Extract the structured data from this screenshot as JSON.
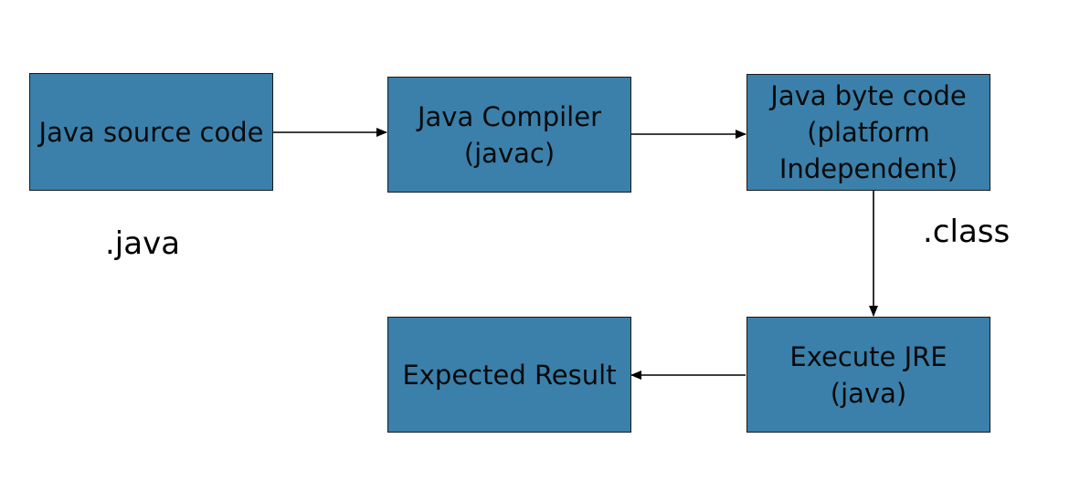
{
  "diagram": {
    "nodes": {
      "source": "Java source code",
      "compiler": "Java Compiler\n(javac)",
      "bytecode": "Java byte code\n(platform\nIndependent)",
      "execute": "Execute JRE\n(java)",
      "result": "Expected Result"
    },
    "labels": {
      "java_ext": ".java",
      "class_ext": ".class"
    },
    "colors": {
      "box_fill": "#3a80ab",
      "box_border": "#1a1a1a",
      "arrow": "#000000"
    }
  }
}
